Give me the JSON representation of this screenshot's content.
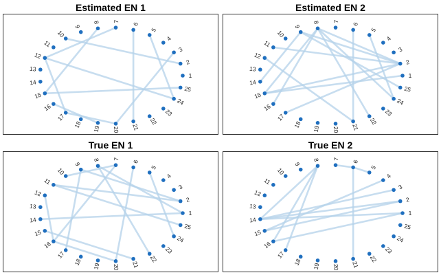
{
  "figure": {
    "panels": [
      {
        "title": "Estimated EN 1",
        "edges": [
          [
            7,
            12
          ],
          [
            8,
            15
          ],
          [
            10,
            2
          ],
          [
            5,
            24
          ],
          [
            6,
            21
          ],
          [
            12,
            17
          ],
          [
            15,
            25
          ],
          [
            16,
            19
          ],
          [
            17,
            20
          ],
          [
            20,
            3
          ],
          [
            24,
            12
          ]
        ]
      },
      {
        "title": "Estimated EN 2",
        "edges": [
          [
            8,
            2
          ],
          [
            9,
            2
          ],
          [
            9,
            25
          ],
          [
            8,
            24
          ],
          [
            11,
            2
          ],
          [
            12,
            21
          ],
          [
            15,
            2
          ],
          [
            15,
            1
          ],
          [
            15,
            8
          ],
          [
            14,
            9
          ],
          [
            16,
            8
          ],
          [
            8,
            22
          ],
          [
            6,
            21
          ],
          [
            5,
            24
          ],
          [
            17,
            2
          ]
        ]
      },
      {
        "title": "True EN 1",
        "edges": [
          [
            9,
            2
          ],
          [
            9,
            17
          ],
          [
            8,
            22
          ],
          [
            8,
            1
          ],
          [
            10,
            7
          ],
          [
            7,
            16
          ],
          [
            11,
            2
          ],
          [
            11,
            25
          ],
          [
            14,
            1
          ],
          [
            15,
            21
          ],
          [
            5,
            24
          ],
          [
            6,
            20
          ],
          [
            16,
            20
          ],
          [
            12,
            16
          ]
        ]
      },
      {
        "title": "True EN 2",
        "edges": [
          [
            8,
            16
          ],
          [
            8,
            17
          ],
          [
            8,
            14
          ],
          [
            14,
            3
          ],
          [
            14,
            2
          ],
          [
            14,
            1
          ],
          [
            15,
            2
          ],
          [
            15,
            4
          ],
          [
            16,
            1
          ],
          [
            6,
            21
          ],
          [
            7,
            6
          ],
          [
            6,
            5
          ]
        ]
      }
    ],
    "node_labels": [
      "1",
      "2",
      "3",
      "4",
      "5",
      "6",
      "7",
      "8",
      "9",
      "10",
      "11",
      "12",
      "13",
      "14",
      "15",
      "16",
      "17",
      "18",
      "19",
      "20",
      "21",
      "22",
      "23",
      "24",
      "25"
    ],
    "colors": {
      "node": "#1f6fbf",
      "edge": "#b4d2ea",
      "frame": "#333333"
    }
  }
}
